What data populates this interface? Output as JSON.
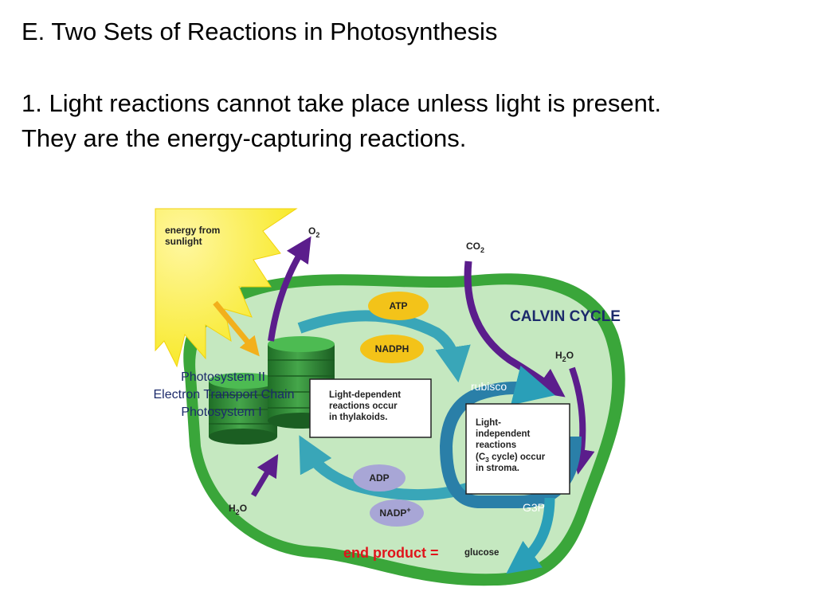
{
  "slide": {
    "title": "E. Two Sets of Reactions in Photosynthesis",
    "line1": "1. Light reactions cannot take place unless light is present.",
    "line2": "They are the energy-capturing reactions."
  },
  "diagram": {
    "sun_label_1": "energy from",
    "sun_label_2": "sunlight",
    "o2": "O",
    "o2_sub": "2",
    "co2": "CO",
    "co2_sub": "2",
    "calvin_cycle": "CALVIN CYCLE",
    "h2o_right": "H",
    "h2o_right_sub": "2",
    "h2o_right_end": "O",
    "h2o_left": "H",
    "h2o_left_sub": "2",
    "h2o_left_end": "O",
    "atp": "ATP",
    "nadph": "NADPH",
    "adp": "ADP",
    "nadp": "NADP",
    "nadp_sup": "+",
    "rubisco": "rubisco",
    "g3p": "G3P",
    "end_product": "end product =",
    "glucose": "glucose",
    "photosystem_2": "Photosystem II",
    "etc": "Electron Transport Chain",
    "photosystem_1": "Photosystem I",
    "light_box": [
      "Light-dependent",
      "reactions occur",
      "in thylakoids."
    ],
    "dark_box": [
      "Light-",
      "independent",
      "reactions",
      "(C",
      "3",
      " cycle) occur",
      "in stroma."
    ]
  },
  "colors": {
    "chloroplast_outer": "#3aa63a",
    "stroma": "#c5e8c0",
    "thylakoid": "#2f8f34",
    "sun": "#f7e81f",
    "arrow_purple": "#5b1d8c",
    "arrow_teal": "#2a9fb8",
    "atp_oval": "#f3c319",
    "adp_oval": "#a8a6d6",
    "end_product": "#e0141b"
  }
}
